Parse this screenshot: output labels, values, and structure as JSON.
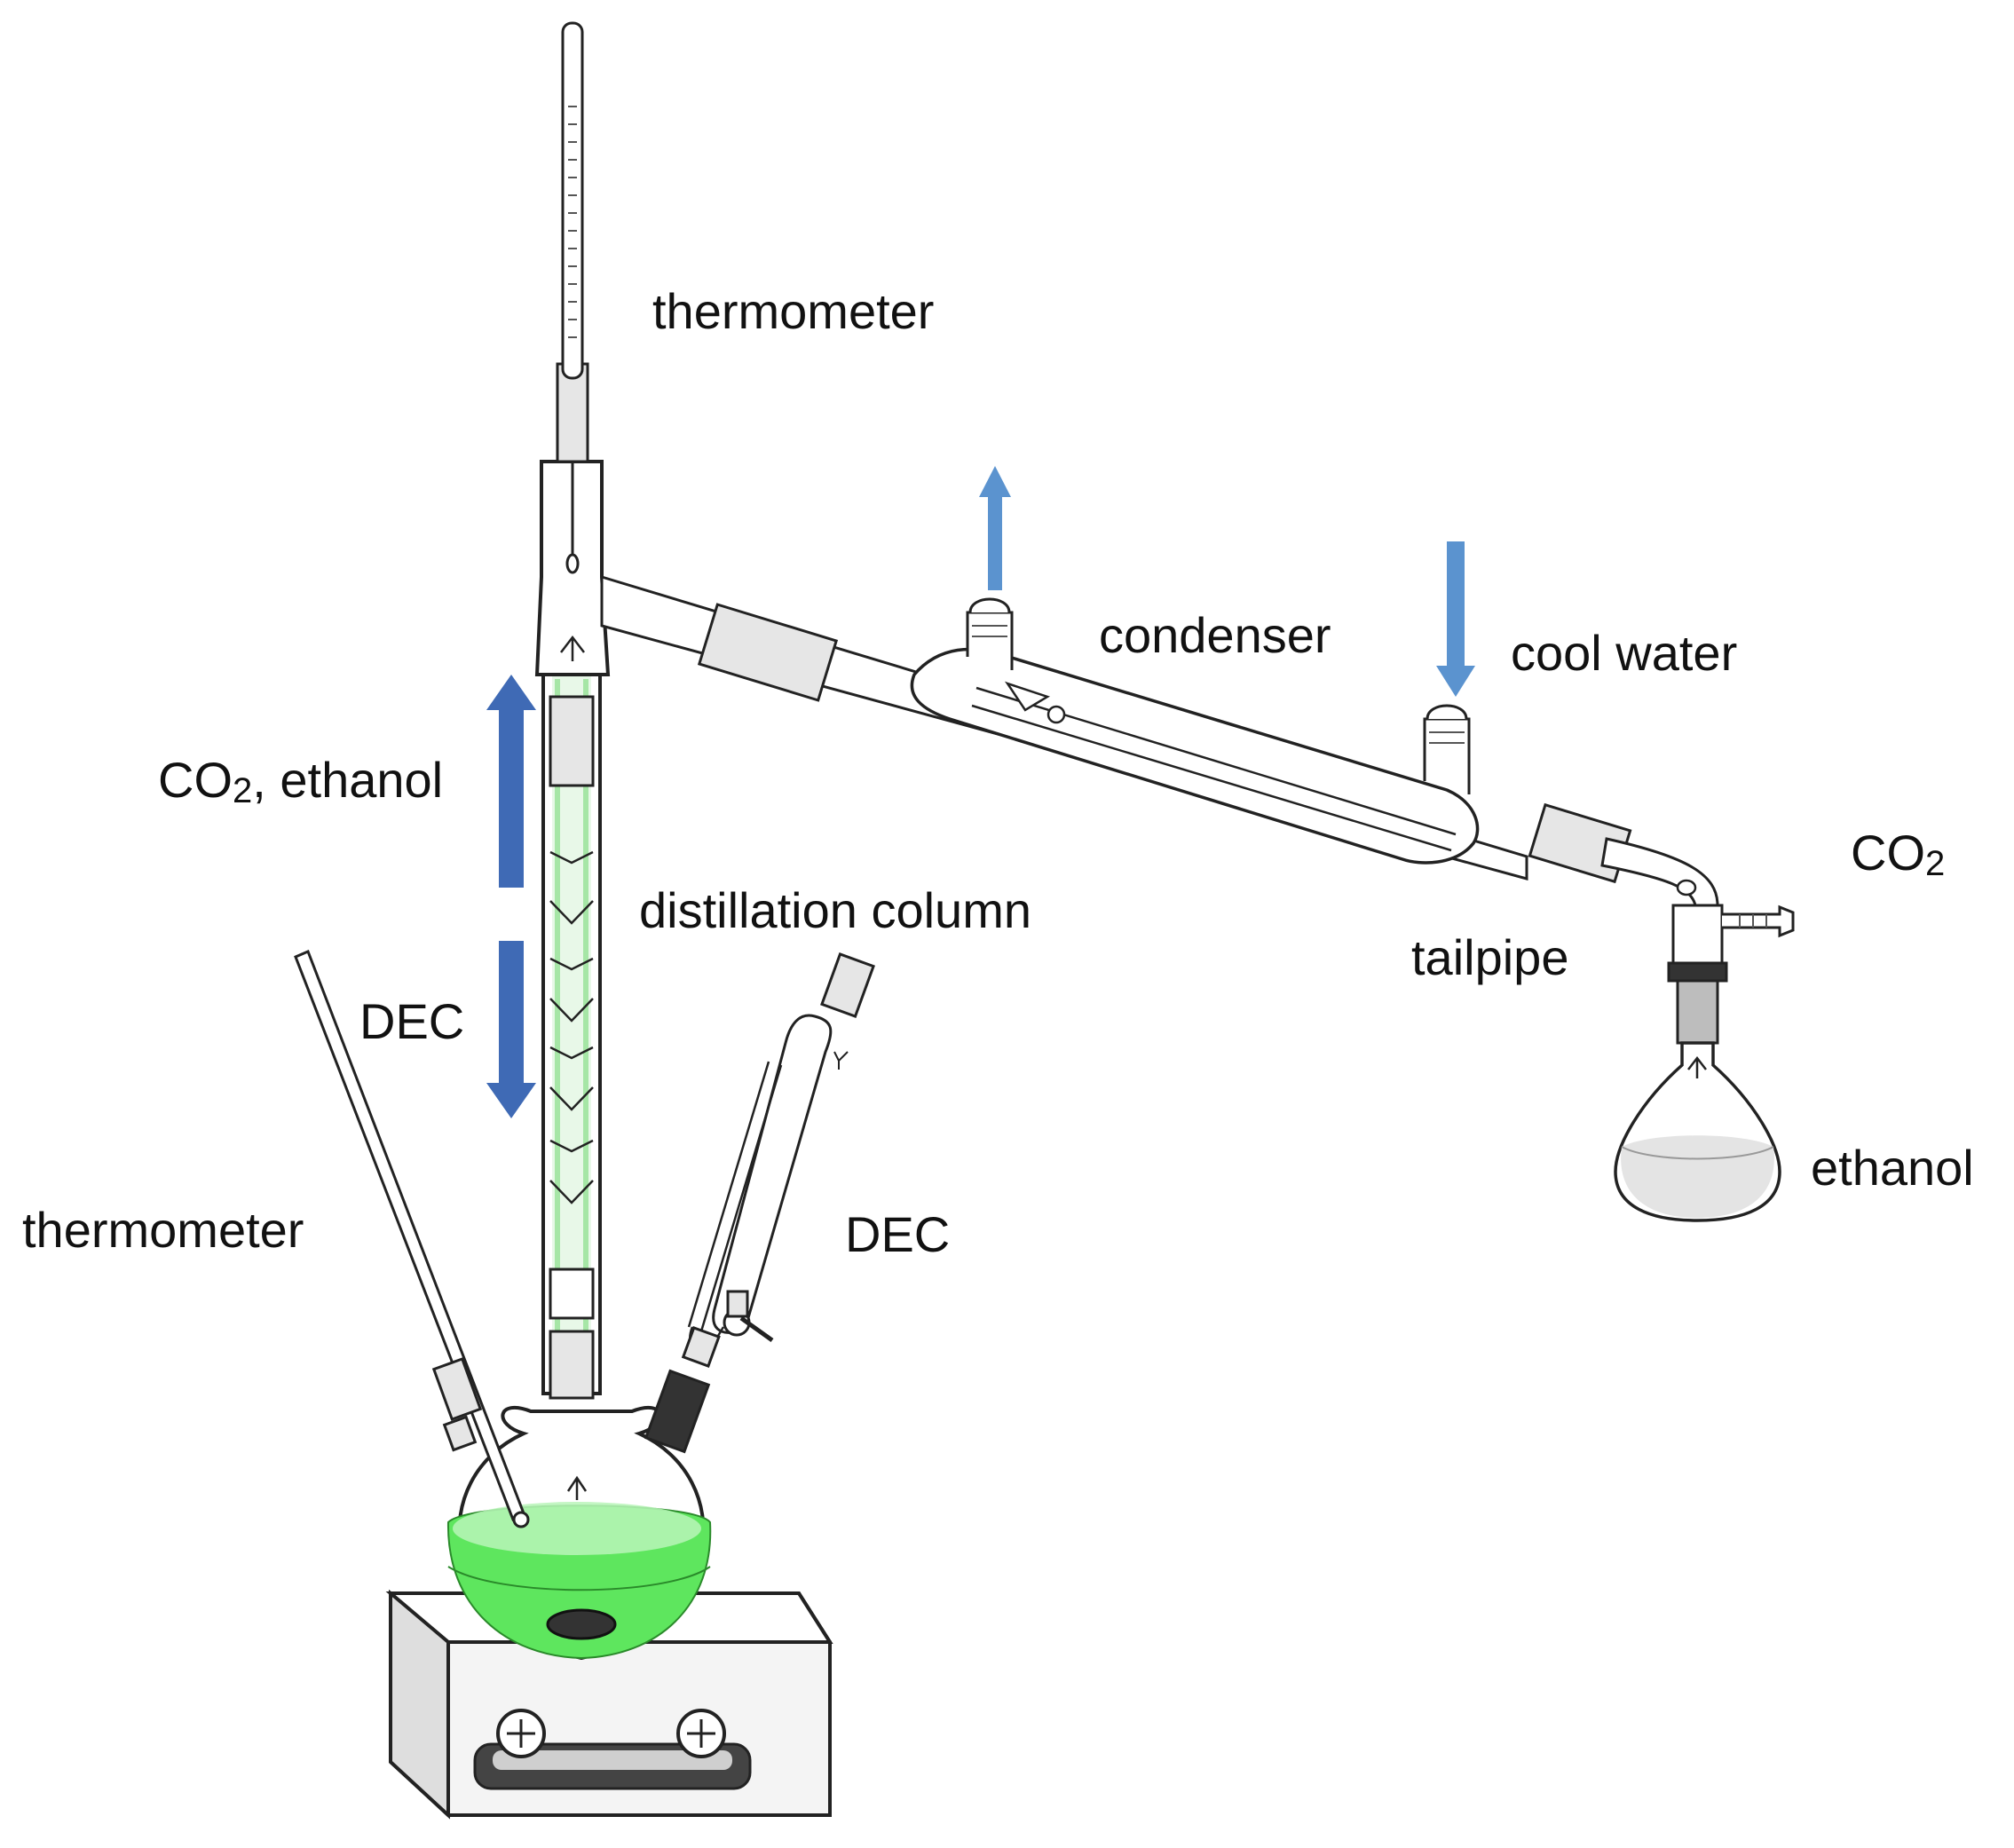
{
  "labels": {
    "thermometer_top": "thermometer",
    "thermometer_left": "thermometer",
    "condenser": "condenser",
    "cool_water": "cool water",
    "co2_ethanol_main": "CO",
    "co2_ethanol_sub": "2",
    "co2_ethanol_rest": ", ethanol",
    "distillation_column": "distillation column",
    "dec_arrow": "DEC",
    "dec_funnel": "DEC",
    "tailpipe": "tailpipe",
    "co2_main": "CO",
    "co2_sub": "2",
    "ethanol": "ethanol"
  },
  "colors": {
    "flow_arrow_column": "#3f6ab5",
    "water_arrow": "#5b93cf",
    "flask_liquid": "#5ee65e",
    "flask_liquid_highlight": "#b8f5b8",
    "column_packing": "#a6e6a6",
    "glass_outline": "#222222"
  },
  "icons": {
    "flow_up": "arrow-up-icon",
    "flow_down": "arrow-down-icon",
    "water_in": "arrow-down-icon",
    "water_out": "arrow-up-icon"
  }
}
